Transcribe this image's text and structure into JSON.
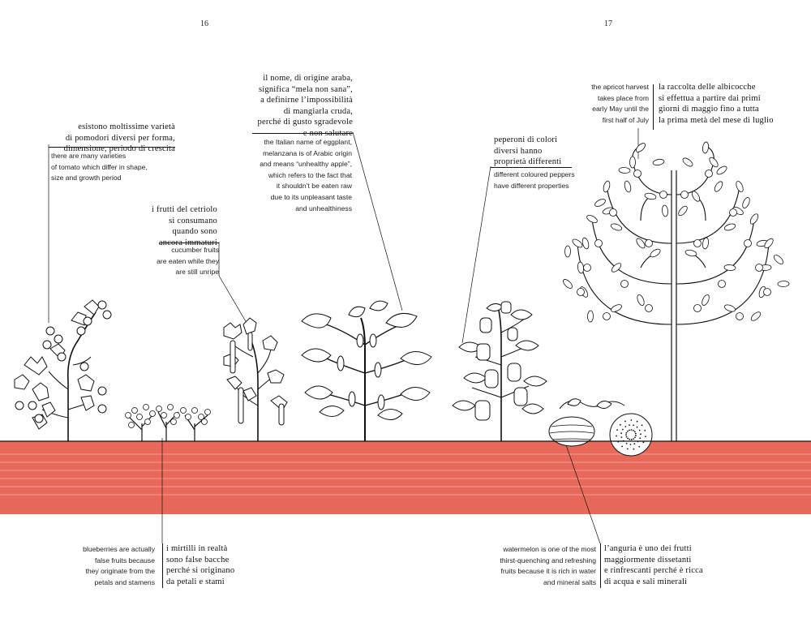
{
  "page_numbers": {
    "left": "16",
    "right": "17"
  },
  "colors": {
    "ground": "#e8695a",
    "ground_lines": "#f6b3a8",
    "ink": "#111111",
    "paper": "#ffffff"
  },
  "captions": {
    "tomato": {
      "it": "esistono moltissime varietà\ndi pomodori diversi per forma,\ndimensione, periodo di crescita",
      "en": "there are many varieties\nof tomato which differ in shape,\nsize and growth period"
    },
    "cucumber": {
      "it": "i frutti del cetriolo\nsi consumano\nquando sono\nancora immaturi",
      "en": "cucumber fruits\nare eaten while they\nare still unripe"
    },
    "eggplant": {
      "it": "il nome, di origine araba,\nsignifica “mela non sana”,\na definirne l’impossibilità\ndi mangiarla cruda,\nperché di gusto sgradevole\ne non salutare",
      "en": "the Italian name of eggplant,\nmelanzana is of Arabic origin\nand means “unhealthy apple”,\nwhich refers to the fact that\nit shouldn’t be eaten raw\ndue to its unpleasant taste\nand unhealthiness"
    },
    "pepper": {
      "it": "peperoni di colori\ndiversi hanno\nproprietà differenti",
      "en": "different coloured peppers\nhave different properties"
    },
    "apricot": {
      "en": "the apricot harvest\ntakes place from\nearly May until the\nfirst half of July",
      "it": "la raccolta delle albicocche\nsi effettua a partire dai primi\ngiorni di maggio fino a tutta\nla prima metà del mese di luglio"
    },
    "blueberry": {
      "en": "blueberries are actually\nfalse fruits because\nthey originate from the\npetals and stamens",
      "it": "i mirtilli in realtà\nsono false bacche\nperché si originano\nda petali e stami"
    },
    "watermelon": {
      "en": "watermelon is one of the most\nthirst-quenching and refreshing\nfruits because it is rich in water\nand mineral salts",
      "it": "l’anguria è uno dei frutti\nmaggiormente dissetanti\ne rinfrescanti perché è ricca\ndi acqua e sali minerali"
    }
  },
  "illustration": {
    "plants": [
      "tomato-plant",
      "blueberry-bush",
      "cucumber-plant",
      "eggplant-plant",
      "pepper-plant",
      "watermelon",
      "apricot-tree"
    ]
  }
}
